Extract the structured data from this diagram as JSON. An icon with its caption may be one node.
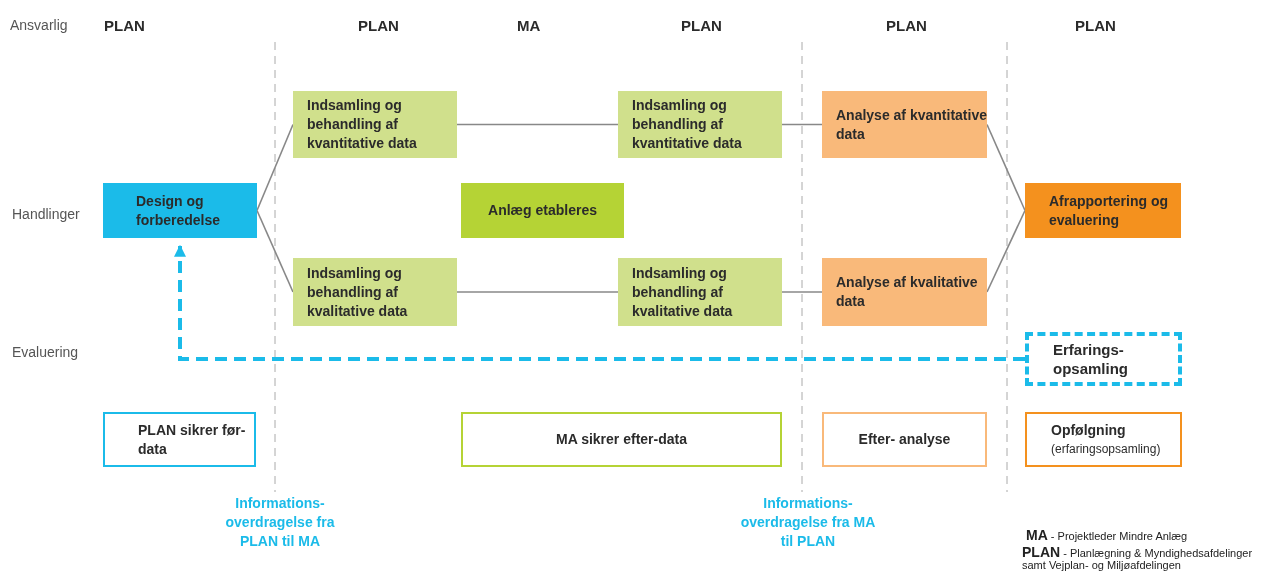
{
  "diagram": {
    "nodes": [
      {
        "text": [
          "Design og forberedelse"
        ]
      },
      {
        "text": [
          "Indsamling og behandling af kvantitative data"
        ]
      },
      {
        "text": [
          "Indsamling og behandling af kvalitative data"
        ]
      },
      {
        "text": [
          "Anlæg etableres"
        ]
      },
      {
        "text": [
          "Indsamling og behandling af kvantitative data"
        ]
      },
      {
        "text": [
          "Indsamling og behandling af kvalitative data"
        ]
      },
      {
        "text": [
          "Analyse af kvantitative data"
        ]
      },
      {
        "text": [
          "Analyse af kvalitative data"
        ]
      },
      {
        "text": [
          "Afrapportering og evaluering"
        ]
      },
      {
        "text": [
          "Erfarings- opsamling"
        ]
      },
      {
        "text": [
          "PLAN sikrer før-data"
        ]
      },
      {
        "text": [
          "MA sikrer efter-data"
        ]
      },
      {
        "text": [
          "Efter- analyse"
        ]
      },
      {
        "text": [
          "Opfølgning",
          "(erfaringsopsamling)"
        ]
      }
    ],
    "edges": [
      {
        "from": 0,
        "to": 1,
        "arrow": "none"
      },
      {
        "from": 0,
        "to": 2,
        "arrow": "none"
      },
      {
        "from": 1,
        "to": 4,
        "arrow": "none"
      },
      {
        "from": 2,
        "to": 5,
        "arrow": "none"
      },
      {
        "from": 4,
        "to": 6,
        "arrow": "none"
      },
      {
        "from": 5,
        "to": 7,
        "arrow": "none"
      },
      {
        "from": 6,
        "to": 8,
        "arrow": "none"
      },
      {
        "from": 7,
        "to": 8,
        "arrow": "none"
      },
      {
        "from": 9,
        "to": 0,
        "arrow": "to",
        "style": "dashed",
        "color": "#1bbbe9"
      }
    ],
    "labels": [
      "Ansvarlig",
      "PLAN",
      "PLAN",
      "MA",
      "PLAN",
      "PLAN",
      "PLAN",
      "Handlinger",
      "Evaluering",
      "Informations- overdragelse fra PLAN til MA",
      "Informations- overdragelse fra MA til PLAN",
      "**MA** - Projektleder Mindre Anlæg",
      "**PLAN** - Planlægning & Myndighedsafdelinger samt Vejplan- og Miljøafdelingen"
    ]
  }
}
